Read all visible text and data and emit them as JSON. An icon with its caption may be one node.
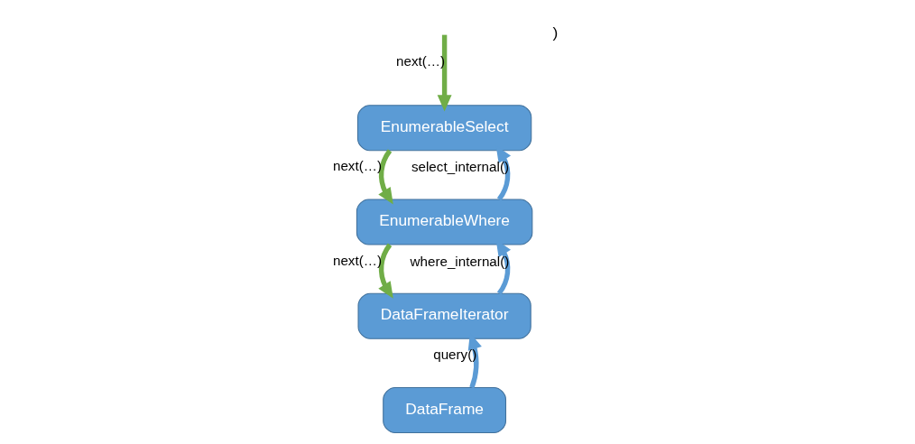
{
  "diagram": {
    "nodes": [
      {
        "text": [
          "EnumerableSelect"
        ]
      },
      {
        "text": [
          "EnumerableWhere"
        ]
      },
      {
        "text": [
          "DataFrameIterator"
        ]
      },
      {
        "text": [
          "DataFrame"
        ]
      }
    ],
    "edges": [
      {
        "from": null,
        "to": 0,
        "arrow": "to",
        "label": "next(…)",
        "color": "#70ad47"
      },
      {
        "from": 0,
        "to": 1,
        "arrow": "to",
        "label": "next(…)",
        "color": "#70ad47"
      },
      {
        "from": 1,
        "to": 2,
        "arrow": "to",
        "label": "next(…)",
        "color": "#70ad47"
      },
      {
        "from": 1,
        "to": 0,
        "arrow": "to",
        "label": "select_internal()",
        "color": "#5b9bd5"
      },
      {
        "from": 2,
        "to": 1,
        "arrow": "to",
        "label": "where_internal()",
        "color": "#5b9bd5"
      },
      {
        "from": 3,
        "to": 2,
        "arrow": "to",
        "label": "query()",
        "color": "#5b9bd5"
      }
    ],
    "labels": [
      ")"
    ]
  }
}
